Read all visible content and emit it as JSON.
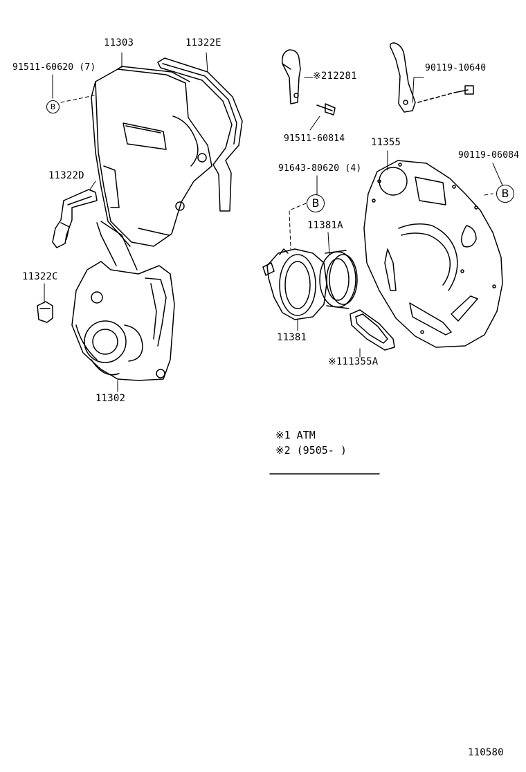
{
  "diagram": {
    "labels": {
      "p11303": "11303",
      "p11322E": "11322E",
      "p91511_60620": "91511-60620 (7)",
      "p11322D": "11322D",
      "p11322C": "11322C",
      "p11302": "11302",
      "p212281": "※212281",
      "p91511_60814": "91511-60814",
      "p90119_10640": "90119-10640",
      "p11355": "11355",
      "p90119_06084": "90119-06084",
      "p91643_80620": "91643-80620 (4)",
      "p11381A": "11381A",
      "p11381": "11381",
      "p111355A": "※111355A"
    },
    "markers": {
      "b_small": "B",
      "b_mid": "B",
      "b_right": "B"
    },
    "notes": {
      "line1": "※1  ATM",
      "line2": "※2 (9505-      )"
    },
    "figure_number": "110580"
  }
}
